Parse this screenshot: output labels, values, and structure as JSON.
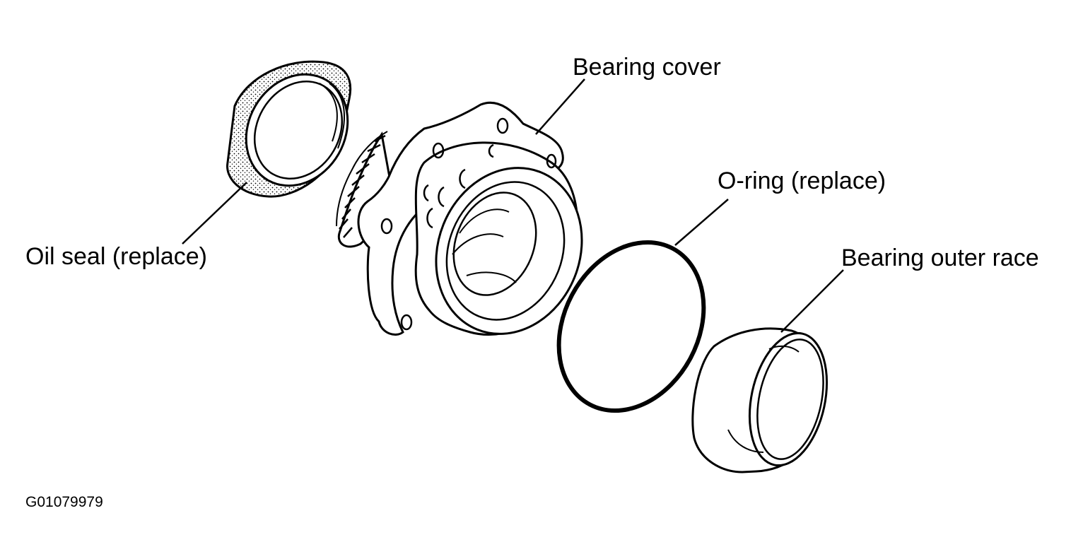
{
  "labels": {
    "bearing_cover": "Bearing cover",
    "o_ring": "O-ring (replace)",
    "oil_seal": "Oil seal (replace)",
    "bearing_outer_race": "Bearing outer race"
  },
  "figure_id": "G01079979",
  "colors": {
    "line": "#000000",
    "background": "#ffffff"
  }
}
